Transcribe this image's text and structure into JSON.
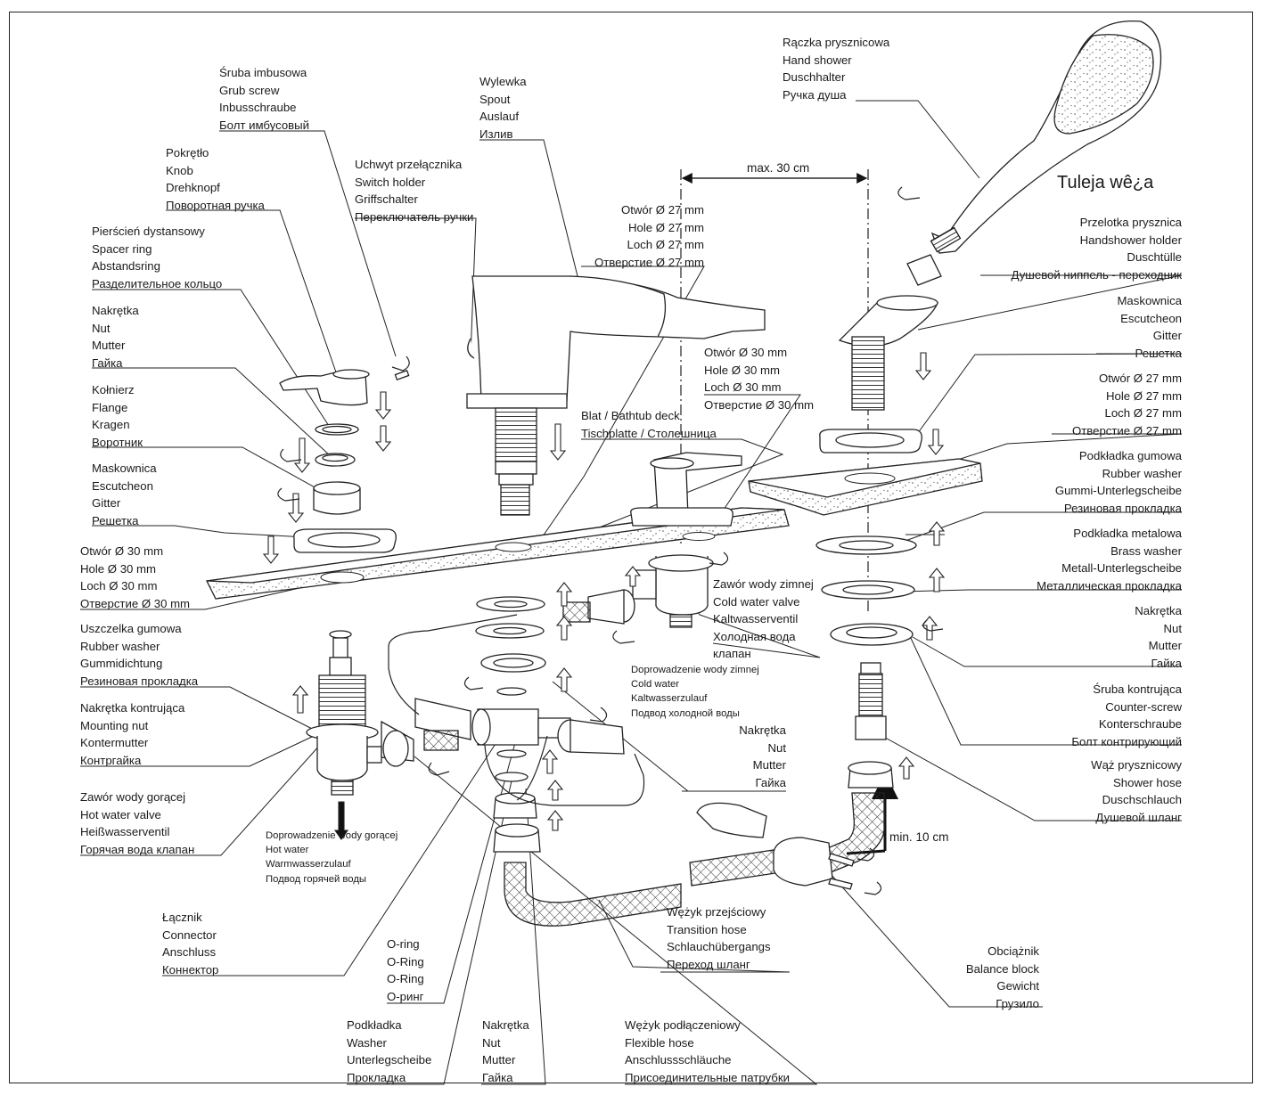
{
  "diagram": {
    "dimensions": {
      "max_distance": "max. 30 cm",
      "min_distance": "min. 10 cm"
    },
    "insert_title": "Tuleja wê¿a",
    "labels": {
      "grub_screw": [
        "Śruba imbusowa",
        "Grub screw",
        "Inbusschraube",
        "Болт имбусовый"
      ],
      "knob": [
        "Pokrętło",
        "Knob",
        "Drehknopf",
        "Поворотная ручка"
      ],
      "spacer_ring": [
        "Pierścień dystansowy",
        "Spacer ring",
        "Abstandsring",
        "Разделительное кольцо"
      ],
      "nut_left": [
        "Nakrętka",
        "Nut",
        "Mutter",
        "Гайка"
      ],
      "flange": [
        "Kołnierz",
        "Flange",
        "Kragen",
        "Воротник"
      ],
      "escutcheon_left": [
        "Maskownica",
        "Escutcheon",
        "Gitter",
        "Решетка"
      ],
      "hole_30_left": [
        "Otwór Ø 30 mm",
        "Hole Ø 30 mm",
        "Loch Ø 30 mm",
        "Отверстие Ø 30 mm"
      ],
      "rubber_washer_left": [
        "Uszczelka gumowa",
        "Rubber washer",
        "Gummidichtung",
        "Резиновая прокладка"
      ],
      "mounting_nut": [
        "Nakrętka kontrująca",
        "Mounting nut",
        "Kontermutter",
        "Контргайка"
      ],
      "hot_valve": [
        "Zawór wody gorącej",
        "Hot water valve",
        "Heißwasserventil",
        "Горячая вода клапан"
      ],
      "hot_supply": [
        "Doprowadzenie wody gorącej",
        "Hot water",
        "Warmwasserzulauf",
        "Подвод горячей воды"
      ],
      "connector": [
        "Łącznik",
        "Connector",
        "Anschluss",
        "Коннектор"
      ],
      "o_ring": [
        "O-ring",
        "O-Ring",
        "O-Ring",
        "O-ринг"
      ],
      "washer": [
        "Podkładka",
        "Washer",
        "Unterlegscheibe",
        "Прокладка"
      ],
      "nut_bottom": [
        "Nakrętka",
        "Nut",
        "Mutter",
        "Гайка"
      ],
      "flexible_hose": [
        "Wężyk podłączeniowy",
        "Flexible hose",
        "Anschlussschläuche",
        "Присоединительные патрубки"
      ],
      "spout": [
        "Wylewka",
        "Spout",
        "Auslauf",
        "Излив"
      ],
      "switch_holder": [
        "Uchwyt przełącznika",
        "Switch holder",
        "Griffschalter",
        "Переключатель ручки"
      ],
      "hole_27_center": [
        "Otwór Ø 27 mm",
        "Hole Ø 27 mm",
        "Loch Ø 27 mm",
        "Отверстие Ø 27 mm"
      ],
      "hole_30_center": [
        "Otwór Ø 30 mm",
        "Hole Ø 30 mm",
        "Loch Ø 30 mm",
        "Отверстие Ø 30 mm"
      ],
      "deck": [
        "Blat / Bathtub deck",
        "Tischplatte / Столешница"
      ],
      "cold_valve": [
        "Zawór wody zimnej",
        "Cold water valve",
        "Kaltwasserventil",
        "Холодная вода",
        "клапан"
      ],
      "cold_supply": [
        "Doprowadzenie wody zimnej",
        "Cold water",
        "Kaltwasserzulauf",
        "Подвод холодной воды"
      ],
      "nut_center": [
        "Nakrętka",
        "Nut",
        "Mutter",
        "Гайка"
      ],
      "transition_hose": [
        "Wężyk przejściowy",
        "Transition hose",
        "Schlauchübergangs",
        "Переход шланг"
      ],
      "hand_shower": [
        "Rączka prysznicowa",
        "Hand shower",
        "Duschhalter",
        "Ручка душа"
      ],
      "handshower_holder": [
        "Przelotka prysznica",
        "Handshower holder",
        "Duschtülle",
        "Душевой ниппель - переходник"
      ],
      "escutcheon_right": [
        "Maskownica",
        "Escutcheon",
        "Gitter",
        "Решетка"
      ],
      "hole_27_right": [
        "Otwór Ø 27 mm",
        "Hole Ø 27 mm",
        "Loch Ø 27 mm",
        "Отверстие Ø 27 mm"
      ],
      "rubber_washer_right": [
        "Podkładka gumowa",
        "Rubber washer",
        "Gummi-Unterlegscheibe",
        "Резиновая прокладка"
      ],
      "brass_washer": [
        "Podkładka metalowa",
        "Brass washer",
        "Metall-Unterlegscheibe",
        "Металлическая прокладка"
      ],
      "nut_right": [
        "Nakrętka",
        "Nut",
        "Mutter",
        "Гайка"
      ],
      "counter_screw": [
        "Śruba kontrująca",
        "Counter-screw",
        "Konterschraube",
        "Болт контрирующий"
      ],
      "shower_hose": [
        "Wąż prysznicowy",
        "Shower hose",
        "Duschschlauch",
        "Душевой шланг"
      ],
      "balance_block": [
        "Obciążnik",
        "Balance block",
        "Gewicht",
        "Грузило"
      ]
    }
  }
}
